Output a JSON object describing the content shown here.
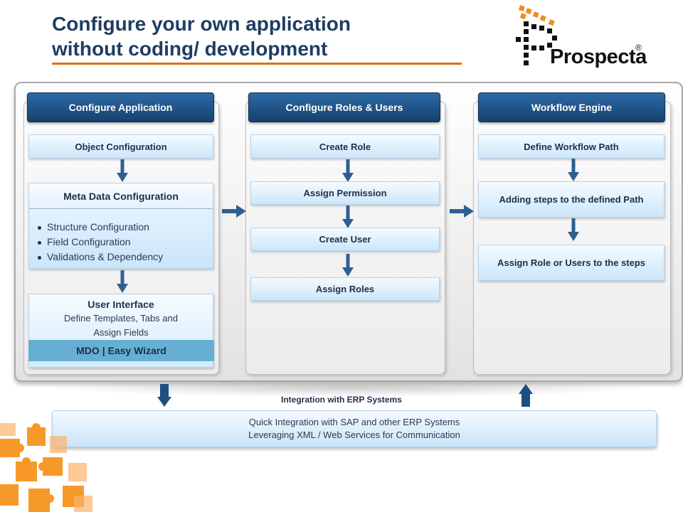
{
  "title": {
    "line1": "Configure your own application",
    "line2": "without coding/ development"
  },
  "logo": {
    "name": "Prospecta",
    "mark": "®"
  },
  "columns": {
    "app": {
      "header": "Configure  Application",
      "object_configuration": "Object Configuration",
      "meta": {
        "title": "Meta Data Configuration",
        "items": [
          "Structure Configuration",
          "Field Configuration",
          "Validations & Dependency"
        ]
      },
      "ui": {
        "title": "User Interface",
        "desc_line1": "Define Templates, Tabs and",
        "desc_line2": "Assign Fields",
        "band": "MDO  |  Easy Wizard"
      }
    },
    "roles": {
      "header": "Configure  Roles & Users",
      "steps": [
        "Create Role",
        "Assign Permission",
        "Create User",
        "Assign Roles"
      ]
    },
    "workflow": {
      "header": "Workflow Engine",
      "steps": [
        "Define Workflow Path",
        "Adding steps to the defined Path",
        "Assign Role or Users to the steps"
      ]
    }
  },
  "integration": {
    "label": "Integration with ERP Systems",
    "line1": "Quick Integration with SAP and other ERP Systems",
    "line2": "Leveraging XML / Web Services for Communication"
  },
  "colors": {
    "header_blue": "#1f4f82",
    "arrow_blue": "#2e5f92",
    "accent_orange": "#e36c09",
    "band_blue": "#67afd2"
  }
}
